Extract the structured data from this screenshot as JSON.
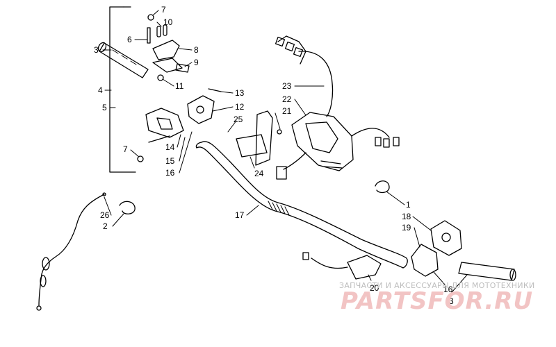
{
  "callouts": [
    "1",
    "2",
    "3",
    "4",
    "5",
    "6",
    "7",
    "8",
    "9",
    "10",
    "11",
    "12",
    "13",
    "14",
    "15",
    "16",
    "17",
    "18",
    "19",
    "20",
    "21",
    "22",
    "23",
    "24",
    "25",
    "26"
  ],
  "callout_extra": {
    "seven_b": "7",
    "sixteen_b": "16",
    "three_b": "3"
  },
  "watermark": {
    "tagline": "ЗАПЧАСТИ И АКСЕССУАРЫ ДЛЯ МОТОТЕХНИКИ",
    "brand": "PARTSFOR.RU"
  }
}
